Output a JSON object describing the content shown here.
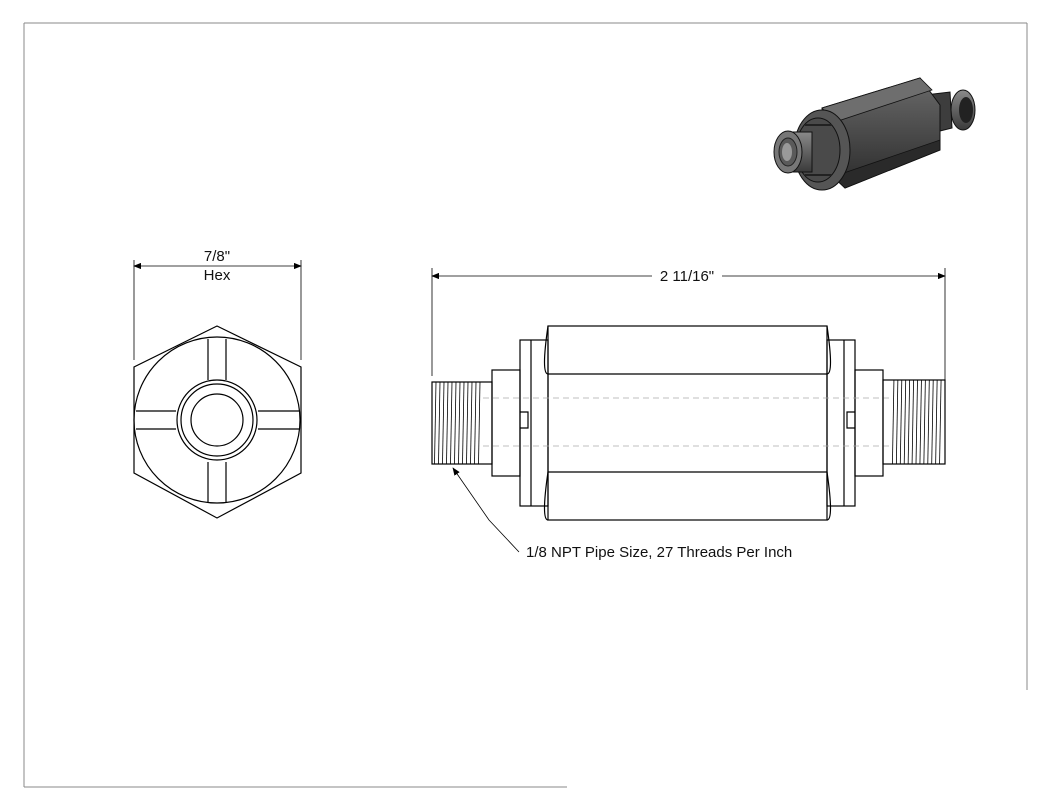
{
  "end_view": {
    "width_label": "7/8\"",
    "hex_label": "Hex"
  },
  "side_view": {
    "length_label": "2 11/16\""
  },
  "callout": {
    "thread_note": "1/8 NPT Pipe Size, 27 Threads Per Inch"
  },
  "colors": {
    "line": "#000000",
    "border": "#888888",
    "iso_body": "#4a4a4a",
    "iso_shadow": "#2e2e2e"
  }
}
